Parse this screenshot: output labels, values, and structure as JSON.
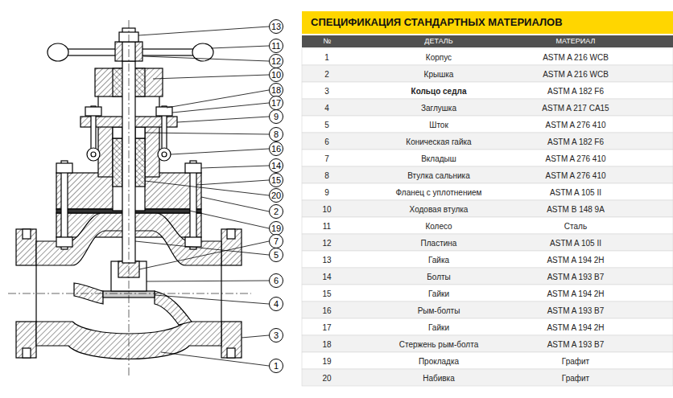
{
  "diagram": {
    "title": "СПЕЦИФИКАЦИЯ СТАНДАРТНЫХ МАТЕРИАЛОВ",
    "nodes": [
      {
        "text": [
          "13"
        ]
      },
      {
        "text": [
          "11"
        ]
      },
      {
        "text": [
          "12"
        ]
      },
      {
        "text": [
          "10"
        ]
      },
      {
        "text": [
          "18"
        ]
      },
      {
        "text": [
          "17"
        ]
      },
      {
        "text": [
          "9"
        ]
      },
      {
        "text": [
          "8"
        ]
      },
      {
        "text": [
          "16"
        ]
      },
      {
        "text": [
          "14"
        ]
      },
      {
        "text": [
          "15"
        ]
      },
      {
        "text": [
          "20"
        ]
      },
      {
        "text": [
          "2"
        ]
      },
      {
        "text": [
          "19"
        ]
      },
      {
        "text": [
          "7"
        ]
      },
      {
        "text": [
          "5"
        ]
      },
      {
        "text": [
          "6"
        ]
      },
      {
        "text": [
          "4"
        ]
      },
      {
        "text": [
          "3"
        ]
      },
      {
        "text": [
          "1"
        ]
      }
    ],
    "labels": [
      "№",
      "ДЕТАЛЬ",
      "МАТЕРИАЛ",
      "1",
      "Корпус",
      "ASTM A 216 WCB",
      "2",
      "Крышка",
      "ASTM A 216 WCB",
      "3",
      "Кольцо седла",
      "ASTM A 182 F6",
      "4",
      "Заглушка",
      "ASTM A 217 CA15",
      "5",
      "Шток",
      "ASTM A 276 410",
      "6",
      "Коническая гайка",
      "ASTM A 182 F6",
      "7",
      "Вкладыш",
      "ASTM A 276 410",
      "8",
      "Втулка сальника",
      "ASTM A 276 410",
      "9",
      "Фланец с уплотнением",
      "ASTM A 105 II",
      "10",
      "Ходовая втулка",
      "ASTM B 148 9A",
      "11",
      "Колесо",
      "Сталь",
      "12",
      "Пластина",
      "ASTM A 105 II",
      "13",
      "Гайка",
      "ASTM A 194 2H",
      "14",
      "Болты",
      "ASTM A 193 B7",
      "15",
      "Гайки",
      "ASTM A 194 2H",
      "16",
      "Рым-болты",
      "ASTM A 193 B7",
      "17",
      "Гайки",
      "ASTM A 194 2H",
      "18",
      "Стержень рым-болта",
      "ASTM A 193 B7",
      "19",
      "Прокладка",
      "Графит",
      "20",
      "Набивка",
      "Графит"
    ]
  }
}
